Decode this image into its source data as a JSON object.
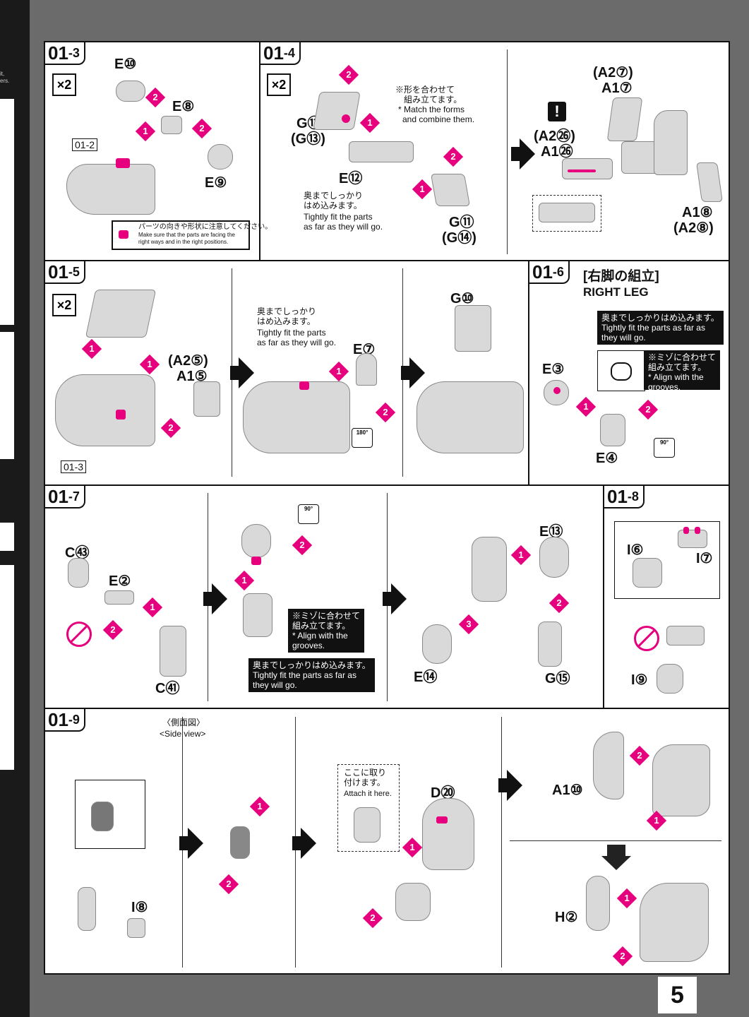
{
  "page_number": "5",
  "left_fragments": [
    "it,",
    "ers."
  ],
  "steps": {
    "s01_3": {
      "label": "01",
      "sub": "-3",
      "mult": "×2",
      "parts": [
        "E⑩",
        "E⑧",
        "E⑨"
      ],
      "ref": "01-2",
      "notice_ja": "パーツの向きや形状に注意してください。",
      "notice_en1": "Make sure that the parts are facing the",
      "notice_en2": "right ways and in the right positions."
    },
    "s01_4": {
      "label": "01",
      "sub": "-4",
      "mult": "×2",
      "parts": [
        "G⑫",
        "(G⑬)",
        "E⑫",
        "G⑪",
        "(G⑭)",
        "(A2㉖)",
        "A1㉖",
        "(A2⑦)",
        "A1⑦",
        "A1⑧",
        "(A2⑧)"
      ],
      "note1_ja1": "※形を合わせて",
      "note1_ja2": "組み立てます。",
      "note1_en1": "* Match the forms",
      "note1_en2": "and combine them.",
      "note2_ja1": "奥までしっかり",
      "note2_ja2": "はめ込みます。",
      "note2_en1": "Tightly fit the parts",
      "note2_en2": "as far as they will go."
    },
    "s01_5": {
      "label": "01",
      "sub": "-5",
      "mult": "×2",
      "parts": [
        "(A2⑤)",
        "A1⑤",
        "E⑦",
        "G⑩"
      ],
      "ref": "01-3",
      "note_ja1": "奥までしっかり",
      "note_ja2": "はめ込みます。",
      "note_en1": "Tightly fit the parts",
      "note_en2": "as far as they will go.",
      "rot": "180°"
    },
    "s01_6": {
      "label": "01",
      "sub": "-6",
      "title_ja": "[右脚の組立]",
      "title_en": "RIGHT LEG",
      "parts": [
        "E③",
        "E④"
      ],
      "bn1_l1": "奥までしっかりはめ込みます。",
      "bn1_l2": "Tightly fit the parts as far as",
      "bn1_l3": "they will go.",
      "bn2_l1": "※ミゾに合わせて",
      "bn2_l2": "組み立てます。",
      "bn2_l3": "* Align with the",
      "bn2_l4": "grooves.",
      "rot": "90°"
    },
    "s01_7": {
      "label": "01",
      "sub": "-7",
      "parts": [
        "C㊸",
        "E②",
        "C㊶",
        "E⑬",
        "E⑭",
        "G⑮"
      ],
      "bn1_l1": "※ミゾに合わせて",
      "bn1_l2": "組み立てます。",
      "bn1_l3": "* Align with the",
      "bn1_l4": "grooves.",
      "bn2_l1": "奥までしっかりはめ込みます。",
      "bn2_l2": "Tightly fit the parts as far as",
      "bn2_l3": "they will go.",
      "rot": "90°"
    },
    "s01_8": {
      "label": "01",
      "sub": "-8",
      "parts": [
        "I⑥",
        "I⑦",
        "I⑨"
      ]
    },
    "s01_9": {
      "label": "01",
      "sub": "-9",
      "side_ja": "〈側面図〉",
      "side_en": "<Side view>",
      "parts": [
        "I⑧",
        "D⑳",
        "A1⑩",
        "H②"
      ],
      "attach_ja1": "ここに取り",
      "attach_ja2": "付けます。",
      "attach_en": "Attach it here."
    }
  },
  "colors": {
    "accent": "#e6007e",
    "ink": "#111111",
    "part": "#d9d9d9"
  }
}
